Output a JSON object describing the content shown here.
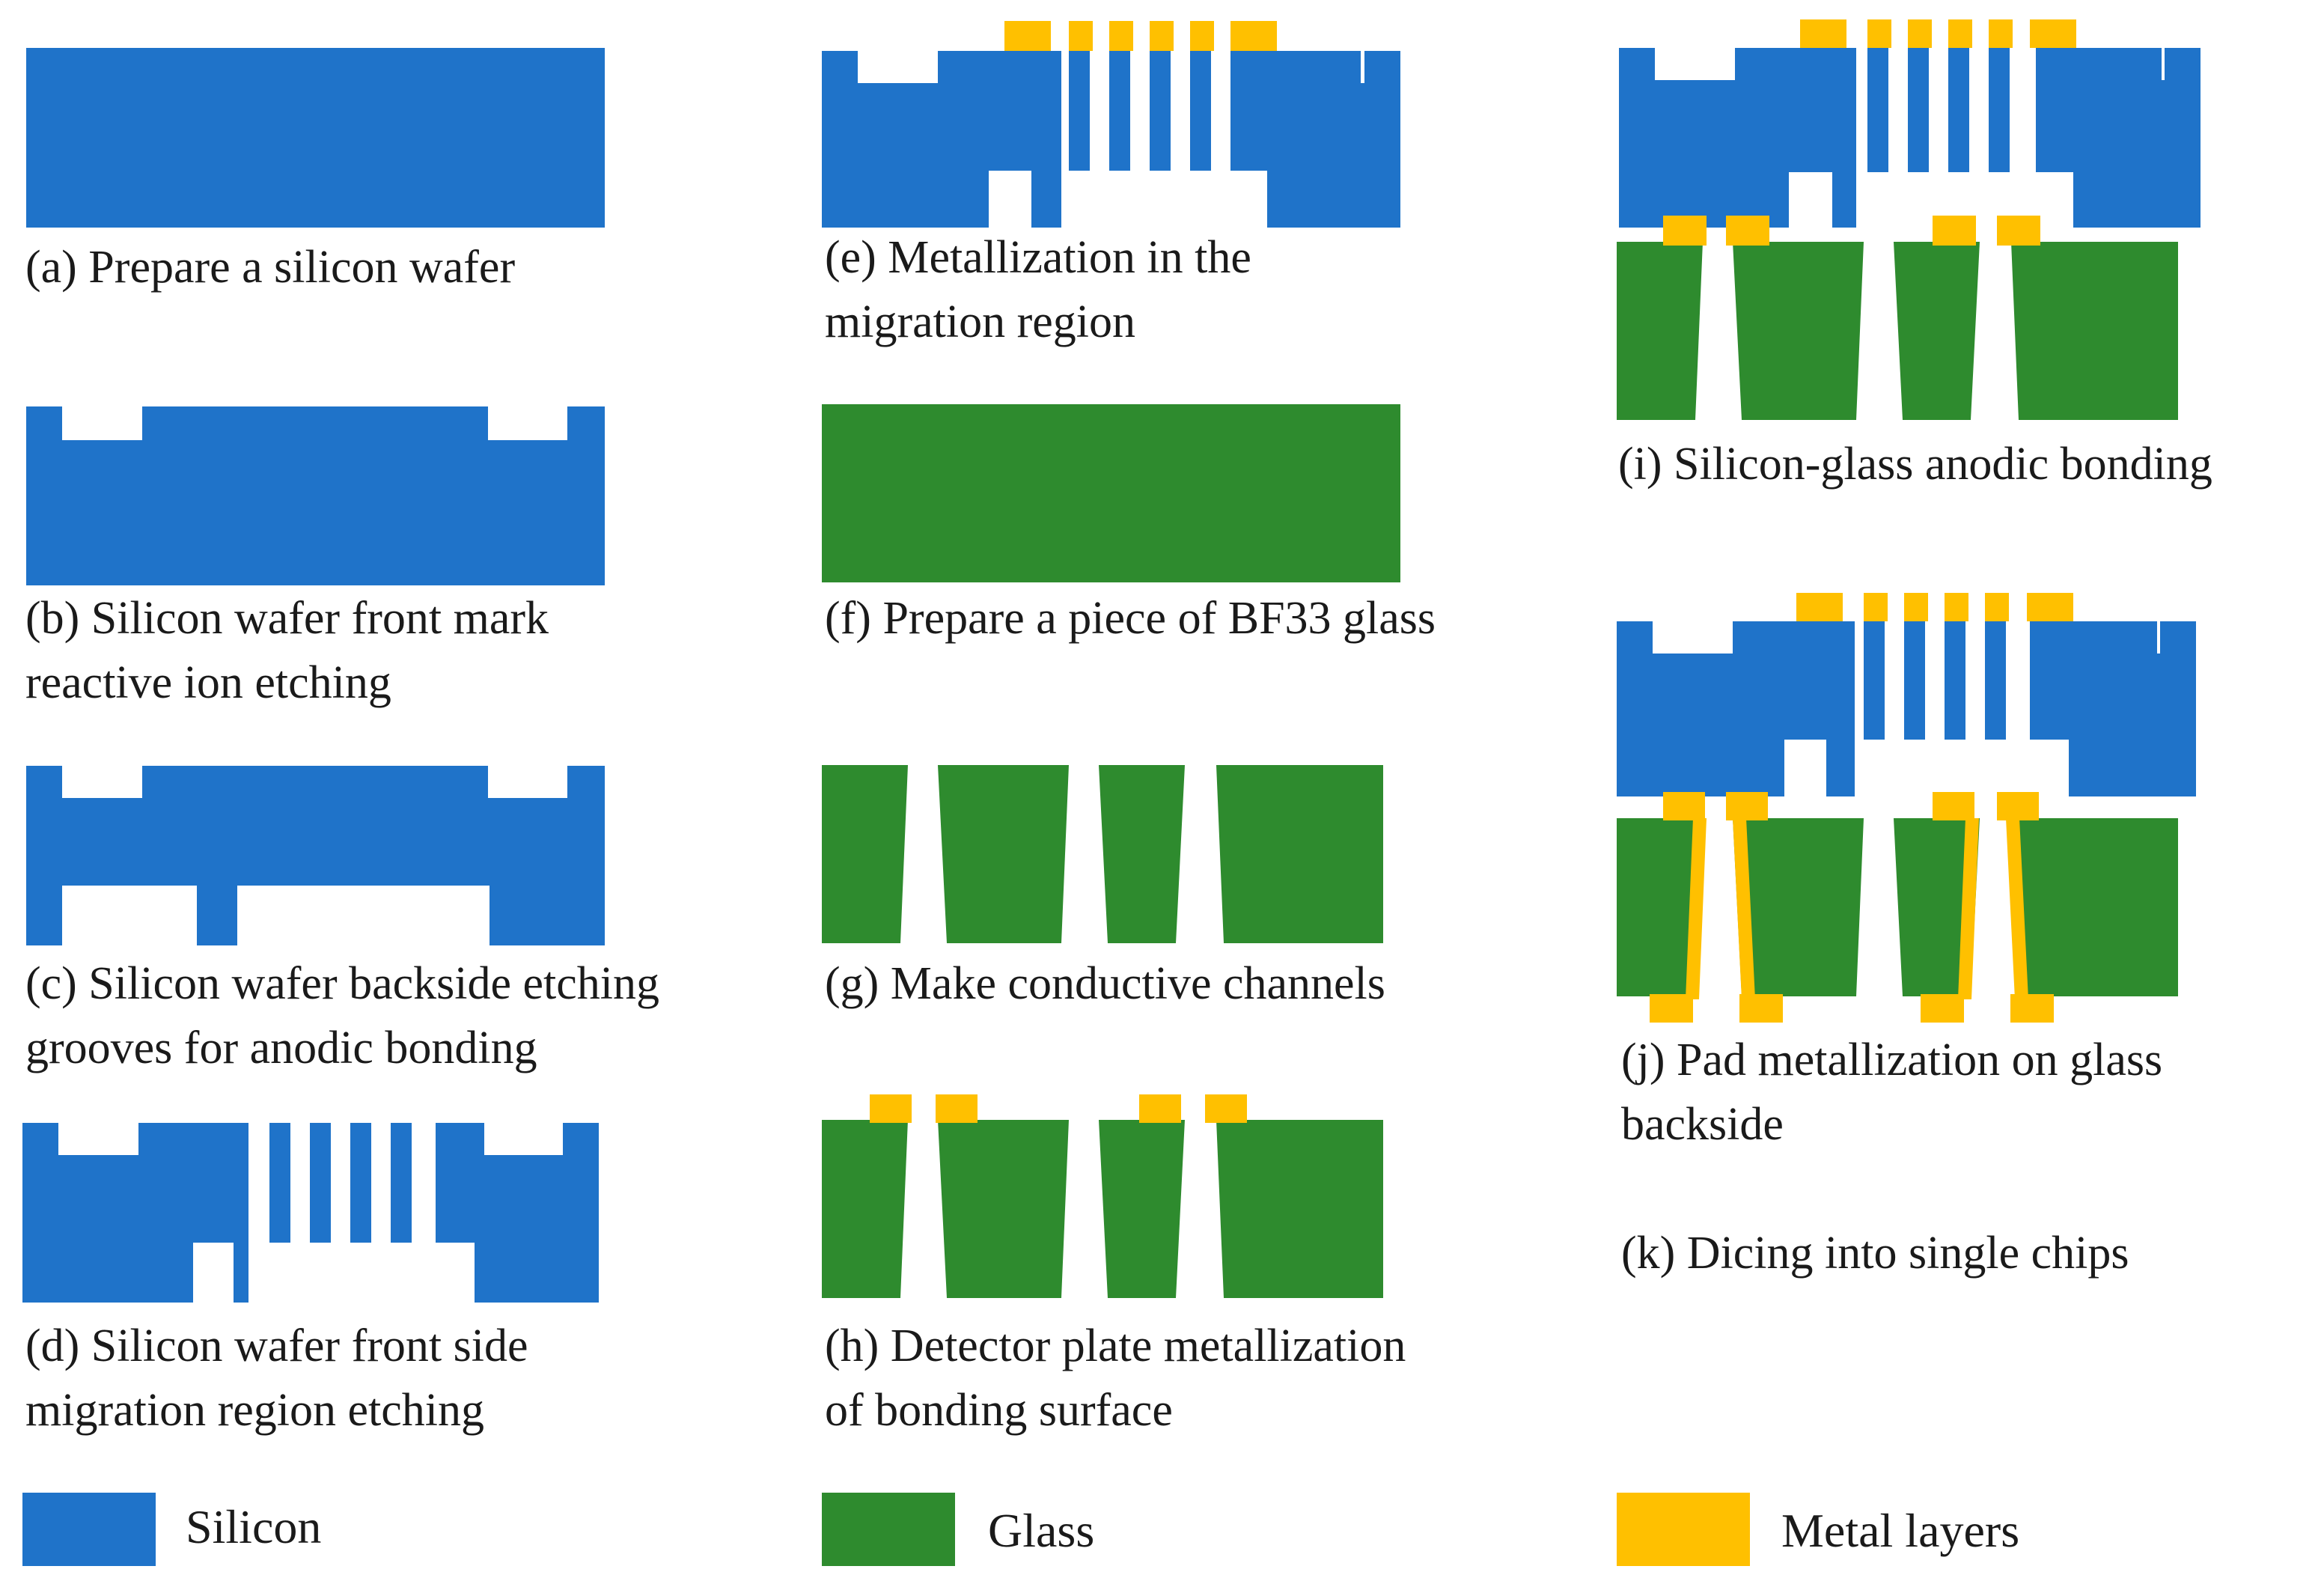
{
  "colors": {
    "silicon": "#1F73C9",
    "glass": "#2E8B2E",
    "metal": "#FFC000"
  },
  "steps": {
    "a": {
      "line1": "(a) Prepare a silicon wafer"
    },
    "b": {
      "line1": "(b) Silicon wafer front mark",
      "line2": "reactive ion etching"
    },
    "c": {
      "line1": "(c) Silicon wafer backside etching",
      "line2": "grooves for anodic bonding"
    },
    "d": {
      "line1": "(d) Silicon wafer front side",
      "line2": "migration region etching"
    },
    "e": {
      "line1": "(e) Metallization in the",
      "line2": "migration region"
    },
    "f": {
      "line1": "(f) Prepare a piece of BF33 glass"
    },
    "g": {
      "line1": "(g) Make conductive channels"
    },
    "h": {
      "line1": "(h) Detector plate metallization",
      "line2": "of bonding surface"
    },
    "i": {
      "line1": "(i) Silicon-glass anodic bonding"
    },
    "j": {
      "line1": "(j) Pad metallization on glass",
      "line2": "backside"
    },
    "k": {
      "line1": "(k) Dicing into single chips"
    }
  },
  "legend": {
    "silicon": "Silicon",
    "glass": "Glass",
    "metal": "Metal layers"
  }
}
